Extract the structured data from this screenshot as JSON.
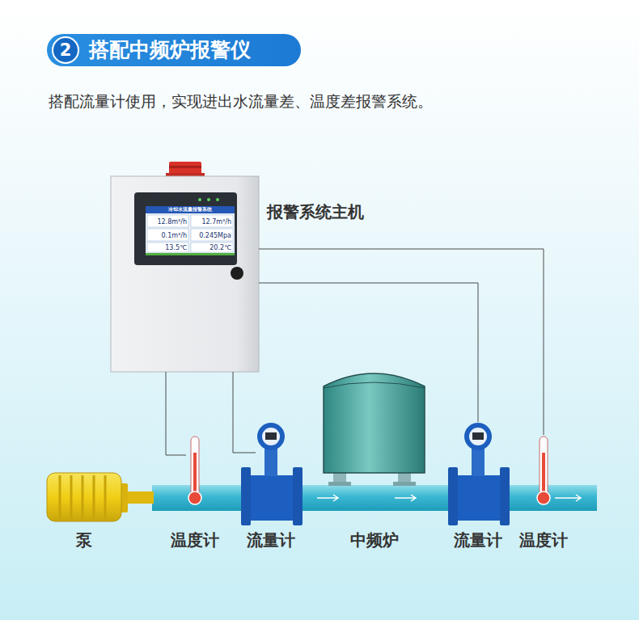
{
  "diagram": {
    "title": "搭配中频炉报警仪",
    "caption": "搭配流量计使用，实现进出水流量差、温度差报警系统。",
    "nodes": [
      {
        "text": [
          "2"
        ]
      },
      {
        "text": [
          "报警系统主机"
        ]
      },
      {
        "text": [
          "冷却水流量报警系统"
        ],
        "in": 1
      },
      {
        "text": [
          "泵"
        ]
      },
      {
        "text": [
          "温度计"
        ]
      },
      {
        "text": [
          "流量计"
        ]
      },
      {
        "text": [
          "中频炉"
        ]
      },
      {
        "text": [
          "流量计"
        ]
      },
      {
        "text": [
          "温度计"
        ]
      }
    ],
    "edges": [
      {
        "from": 1,
        "to": 4,
        "arrow": "none"
      },
      {
        "from": 1,
        "to": 5,
        "arrow": "none"
      },
      {
        "from": 1,
        "to": 7,
        "arrow": "none"
      },
      {
        "from": 1,
        "to": 8,
        "arrow": "none"
      }
    ],
    "labels": [
      "12.8m³/h",
      "12.7m³/h",
      "0.1m³/h",
      "0.245Mpa",
      "13.5℃",
      "20.2℃"
    ]
  }
}
